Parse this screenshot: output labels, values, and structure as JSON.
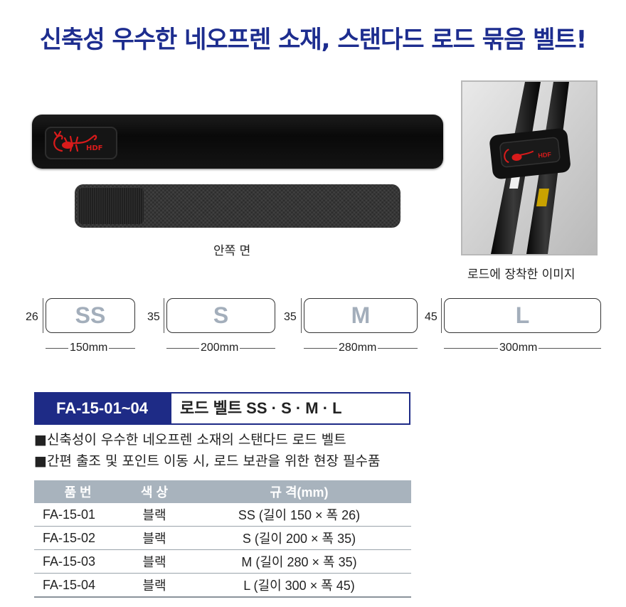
{
  "headline": "신축성 우수한 네오프렌 소재, 스탠다드 로드 묶음 벨트!",
  "product_image": {
    "logo_text": "HDF",
    "inner_caption": "안쪽 면"
  },
  "photo_caption": "로드에 장착한 이미지",
  "sizes": [
    {
      "label": "SS",
      "height": "26",
      "width": "150mm"
    },
    {
      "label": "S",
      "height": "35",
      "width": "200mm"
    },
    {
      "label": "M",
      "height": "35",
      "width": "280mm"
    },
    {
      "label": "L",
      "height": "45",
      "width": "300mm"
    }
  ],
  "model": {
    "code": "FA-15-01~04",
    "title": "로드 벨트 SS · S · M · L"
  },
  "bullets": [
    "신축성이 우수한 네오프렌 소재의 스탠다드 로드 벨트",
    "간편 출조 및 포인트 이동 시, 로드 보관을 위한 현장 필수품"
  ],
  "table": {
    "headers": [
      "품 번",
      "색 상",
      "규 격(mm)"
    ],
    "rows": [
      [
        "FA-15-01",
        "블랙",
        "SS (길이 150 × 폭 26)"
      ],
      [
        "FA-15-02",
        "블랙",
        "S (길이 200 × 폭 35)"
      ],
      [
        "FA-15-03",
        "블랙",
        "M (길이 280 × 폭 35)"
      ],
      [
        "FA-15-04",
        "블랙",
        "L (길이 300 × 폭 45)"
      ]
    ]
  },
  "colors": {
    "headline": "#1d2d8f",
    "code_bg": "#1e2b86",
    "table_header": "#a8b3bd",
    "size_text": "#a3aebb",
    "logo_red": "#d81b1b"
  }
}
